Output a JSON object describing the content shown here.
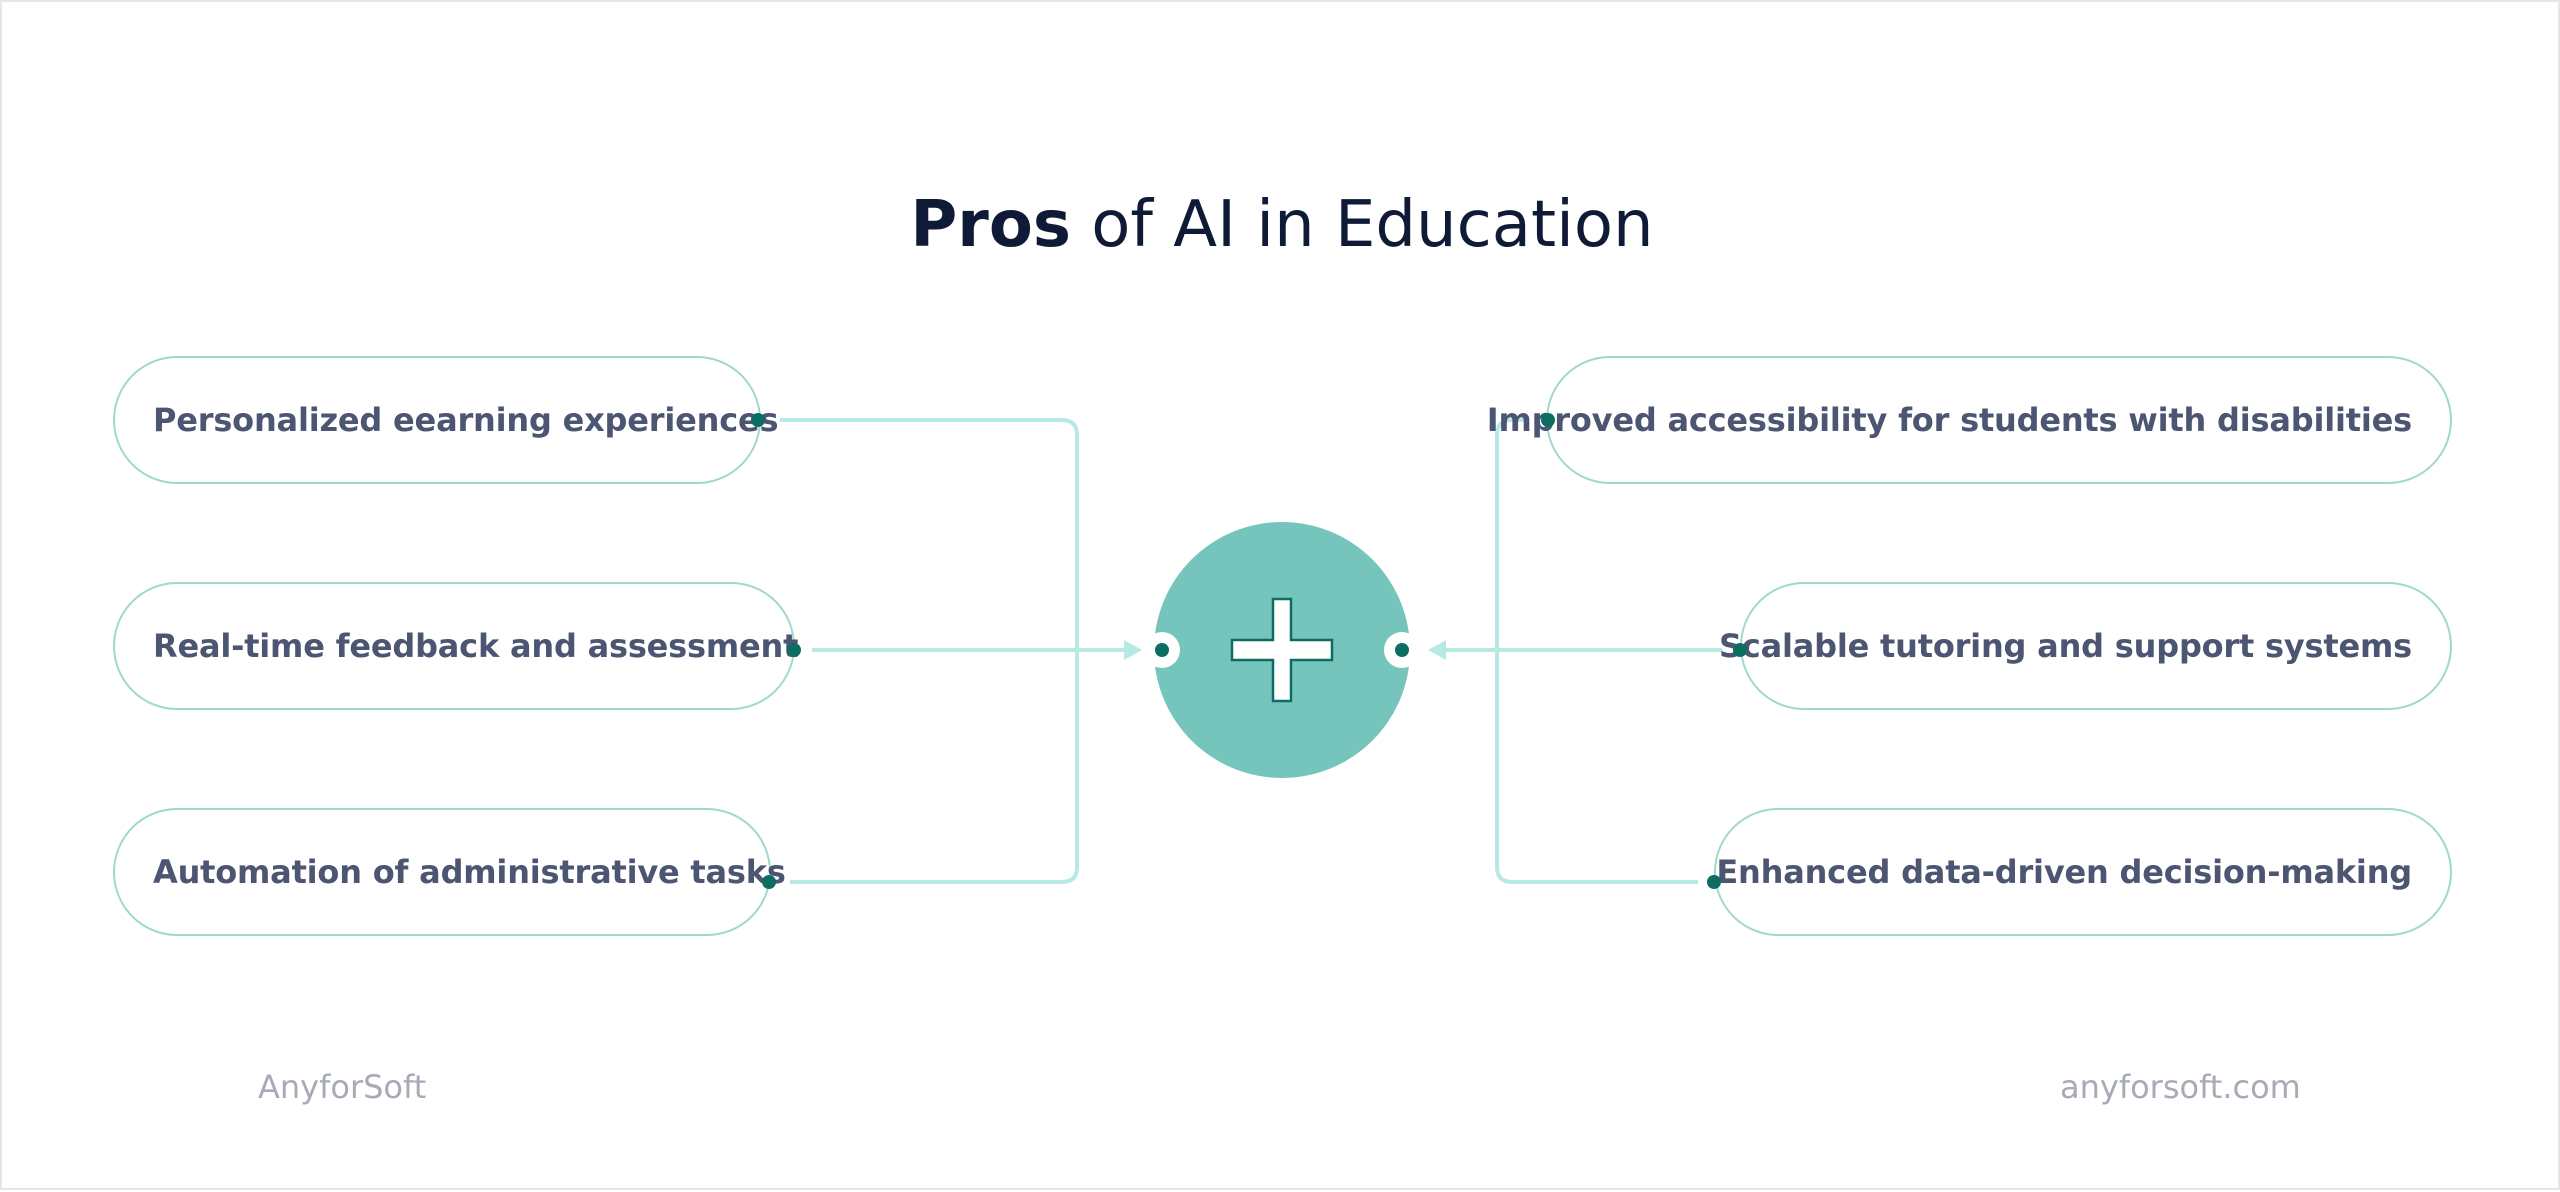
{
  "title": {
    "strong": "Pros",
    "rest": " of AI in Education"
  },
  "pros_left": [
    "Personalized eearning experiences",
    "Real-time feedback and assessment",
    "Automation of administrative tasks"
  ],
  "pros_right": [
    "Improved accessibility for students with disabilities",
    "Scalable tutoring and support systems",
    "Enhanced data-driven decision-making"
  ],
  "center_icon": "plus-icon",
  "brand_left": "AnyforSoft",
  "brand_right": "anyforsoft.com",
  "colors": {
    "accent_circle": "#76c5bd",
    "dot": "#0c6e62",
    "connector": "#b6e9e3",
    "pill_border": "#9fd8cc",
    "text": "#4c5571",
    "title": "#0f1a36"
  }
}
